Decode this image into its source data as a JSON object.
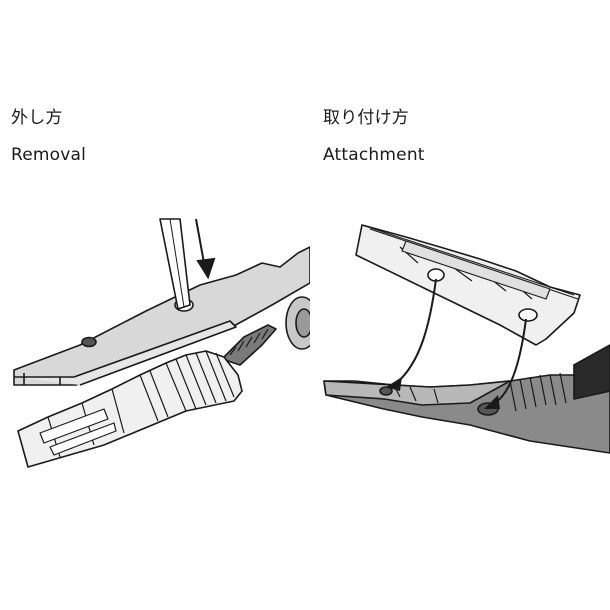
{
  "removal": {
    "title_ja": "外し方",
    "title_en": "Removal"
  },
  "attachment": {
    "title_ja": "取り付け方",
    "title_en": "Attachment"
  },
  "colors": {
    "outline": "#1a1a1a",
    "grip_fill": "#d8d8d8",
    "jaw_fill": "#e6e6e6",
    "dark_fill": "#8a8a8a",
    "hole_fill": "#555555",
    "background": "#ffffff"
  }
}
